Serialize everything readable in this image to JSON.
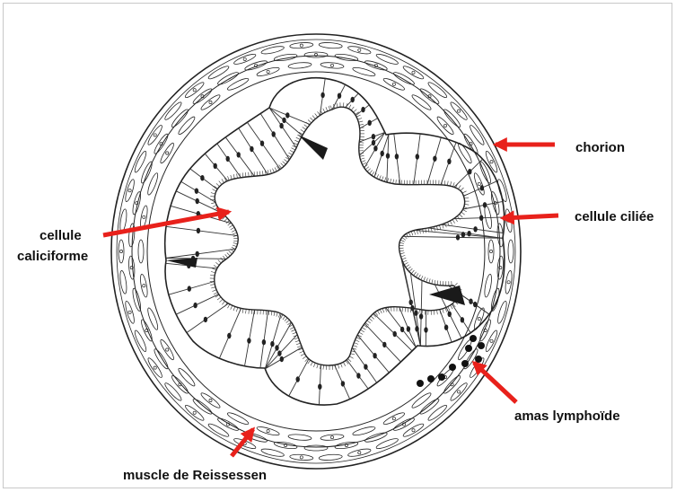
{
  "labels": {
    "chorion": "chorion",
    "cellule_ciliee": "cellule ciliée",
    "cellule_caliciforme_line1": "cellule",
    "cellule_caliciforme_line2": "caliciforme",
    "amas_lymphoide": "amas lymphoïde",
    "muscle_reissessen": "muscle de Reissessen"
  },
  "colors": {
    "arrow": "#e8211b",
    "ink": "#222222",
    "frame": "#c8c8c8"
  }
}
